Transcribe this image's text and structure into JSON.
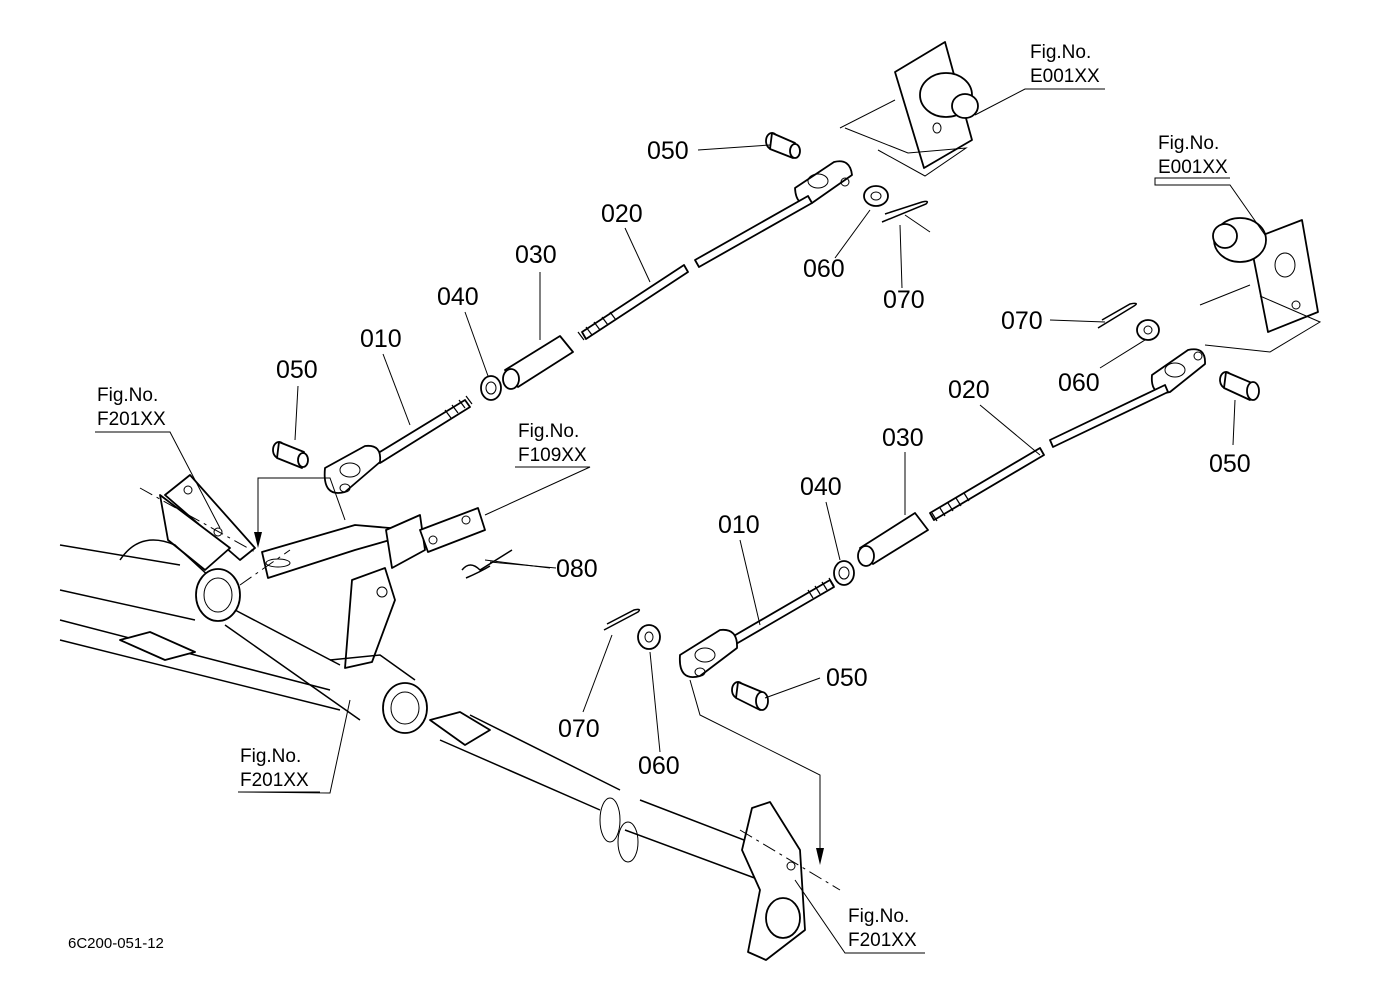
{
  "diagram": {
    "doc_code": "6C200-051-12",
    "fig_refs": {
      "e001_top": {
        "line1": "Fig.No.",
        "line2": "E001XX"
      },
      "e001_right": {
        "line1": "Fig.No.",
        "line2": "E001XX"
      },
      "f201_left": {
        "line1": "Fig.No.",
        "line2": "F201XX"
      },
      "f109": {
        "line1": "Fig.No.",
        "line2": "F109XX"
      },
      "f201_mid": {
        "line1": "Fig.No.",
        "line2": "F201XX"
      },
      "f201_bottom": {
        "line1": "Fig.No.",
        "line2": "F201XX"
      }
    },
    "callouts": {
      "upper": {
        "p010": "010",
        "p020": "020",
        "p030": "030",
        "p040": "040",
        "p050a": "050",
        "p050b": "050",
        "p060": "060",
        "p070": "070",
        "p080": "080"
      },
      "lower": {
        "p010": "010",
        "p020": "020",
        "p030": "030",
        "p040": "040",
        "p050a": "050",
        "p050b": "050",
        "p060a": "060",
        "p060b": "060",
        "p070a": "070",
        "p070b": "070"
      }
    }
  }
}
